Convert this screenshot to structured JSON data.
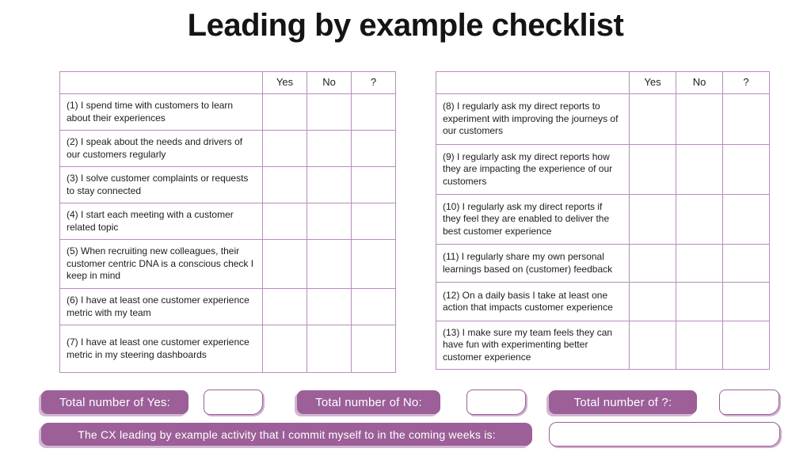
{
  "title": "Leading by example checklist",
  "tables": {
    "left": {
      "headers": {
        "yes": "Yes",
        "no": "No",
        "maybe": "?"
      },
      "rows": [
        "(1) I spend time with customers to learn about their experiences",
        "(2) I speak about the needs and drivers of our customers regularly",
        "(3) I solve customer complaints or requests to stay connected",
        "(4) I start each meeting with a customer related topic",
        "(5) When recruiting new colleagues, their customer centric DNA is a conscious check I keep in mind",
        "(6) I have at least one customer experience metric with my team",
        "(7) I have at least one customer experience metric in my steering dashboards"
      ]
    },
    "right": {
      "headers": {
        "yes": "Yes",
        "no": "No",
        "maybe": "?"
      },
      "rows": [
        "(8) I regularly ask my direct reports to experiment with improving the journeys of our customers",
        "(9) I regularly ask my direct reports how they are impacting the experience of our customers",
        "(10) I regularly ask my direct reports if they feel they are enabled to deliver the best customer experience",
        "(11) I regularly share my own personal learnings based on (customer) feedback",
        "(12) On a daily basis I take at least one action that impacts customer experience",
        "(13) I make sure my team feels they can have fun with experimenting better customer experience"
      ]
    }
  },
  "totals": {
    "yes": {
      "label": "Total number of Yes:",
      "value": ""
    },
    "no": {
      "label": "Total number of No:",
      "value": ""
    },
    "maybe": {
      "label": "Total number of ?:",
      "value": ""
    }
  },
  "commit": {
    "label": "The CX leading by example activity that I commit myself to in the coming weeks is:",
    "value": ""
  },
  "colors": {
    "accent": "#9c5f98",
    "table_border": "#b78cbb",
    "title_text": "#141414"
  }
}
